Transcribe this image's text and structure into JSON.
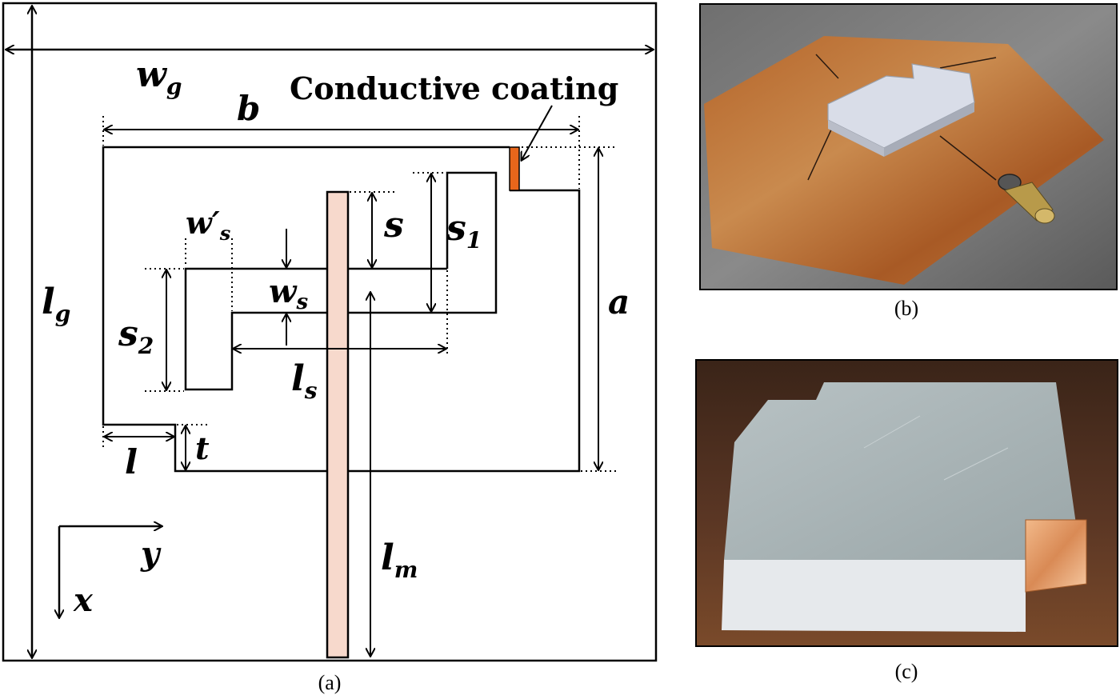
{
  "panel_a": {
    "caption": "(a)",
    "callout": "Conductive coating",
    "labels": {
      "wg": "w",
      "wg_sub": "g",
      "lg": "l",
      "lg_sub": "g",
      "b": "b",
      "a": "a",
      "s": "s",
      "s1": "s",
      "s1_sub": "1",
      "s2": "s",
      "s2_sub": "2",
      "wsp": "w′",
      "wsp_sub": "s",
      "ws": "w",
      "ws_sub": "s",
      "ls": "l",
      "ls_sub": "s",
      "l": "l",
      "t": "t",
      "lm": "l",
      "lm_sub": "m",
      "y": "y",
      "x": "x"
    },
    "colors": {
      "feedline": "#f7d9cc",
      "coating": "#e8661b"
    }
  },
  "panel_b": {
    "caption": "(b)"
  },
  "panel_c": {
    "caption": "(c)"
  }
}
